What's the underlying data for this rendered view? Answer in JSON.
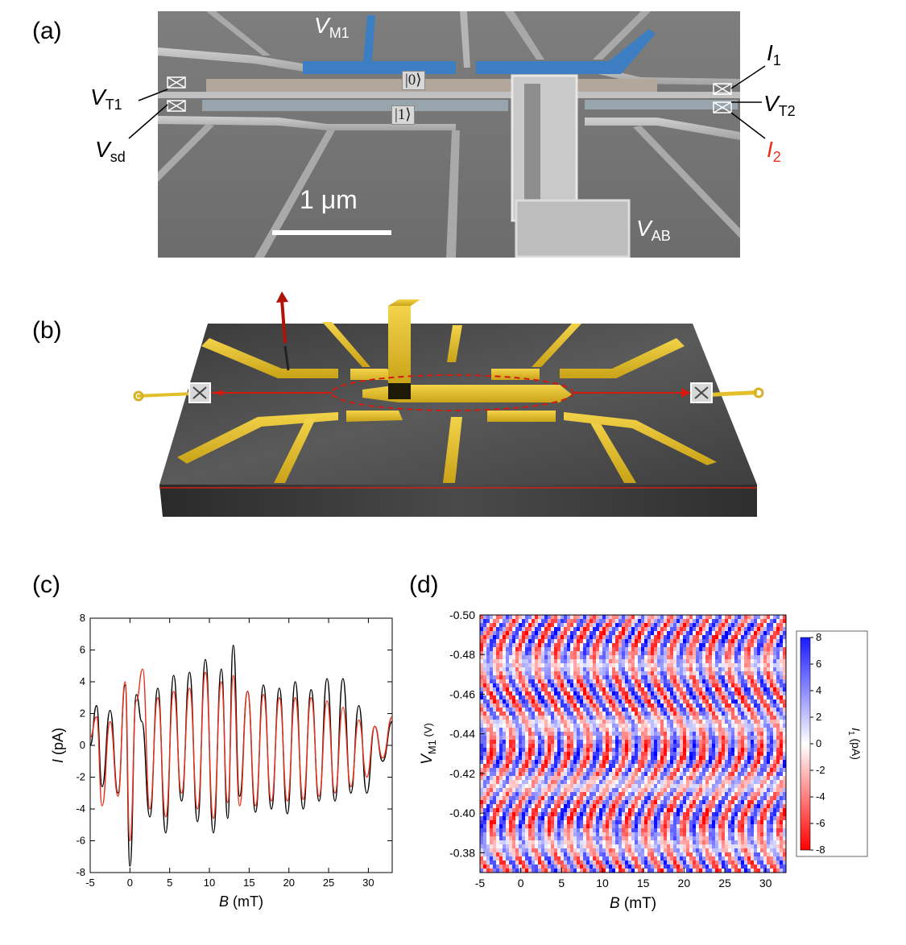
{
  "panels": {
    "a": "(a)",
    "b": "(b)",
    "c": "(c)",
    "d": "(d)"
  },
  "panel_a": {
    "labels": {
      "VM1": "V",
      "VM1_sub": "M1",
      "VT1": "V",
      "VT1_sub": "T1",
      "Vsd": "V",
      "Vsd_sub": "sd",
      "I1": "I",
      "I1_sub": "1",
      "VT2": "V",
      "VT2_sub": "T2",
      "I2": "I",
      "I2_sub": "2",
      "VAB": "V",
      "VAB_sub": "AB"
    },
    "ket0": "|0⟩",
    "ket1": "|1⟩",
    "scalebar": "1 μm"
  },
  "chart_data": [
    {
      "type": "line",
      "xlabel": "B (mT)",
      "ylabel": "I (pA)",
      "xlim": [
        -5,
        33
      ],
      "ylim": [
        -8,
        8
      ],
      "xticks": [
        -5,
        0,
        5,
        10,
        15,
        20,
        25,
        30
      ],
      "yticks": [
        -8,
        -6,
        -4,
        -2,
        0,
        2,
        4,
        6,
        8
      ],
      "series": [
        {
          "color": "#000000",
          "x": [
            -5,
            -4.2,
            -3.5,
            -2.5,
            -1.5,
            -0.6,
            0,
            0.8,
            1.5,
            2.5,
            3.5,
            4.5,
            5.5,
            6.5,
            7.5,
            8.5,
            9.5,
            10.5,
            11.5,
            12.3,
            13,
            13.8,
            14.8,
            15.8,
            16.8,
            17.8,
            18.8,
            19.8,
            20.8,
            21.8,
            22.8,
            23.8,
            24.8,
            25.8,
            26.8,
            27.8,
            28.8,
            29.8,
            30.8,
            31.8,
            33
          ],
          "y": [
            0,
            2.5,
            -2.6,
            2.2,
            -3,
            3.8,
            -7.6,
            3.2,
            1.5,
            -4.5,
            3.6,
            -5.5,
            4.4,
            -3.5,
            4.6,
            -4.8,
            5.4,
            -5.5,
            4.8,
            -4.6,
            6.3,
            -3.2,
            3.4,
            -4.2,
            3.8,
            -4,
            3.6,
            -4.3,
            4.0,
            -4.0,
            3.5,
            -3.5,
            4.2,
            -3.5,
            4.2,
            -3.0,
            2.5,
            -3,
            1.2,
            -1,
            1.5
          ]
        },
        {
          "color": "#e8301c",
          "x": [
            -5,
            -4.2,
            -3.5,
            -2.5,
            -1.5,
            -0.6,
            0,
            0.8,
            1.6,
            2.5,
            3.5,
            4.5,
            5.5,
            6.5,
            7.5,
            8.5,
            9.5,
            10.5,
            11.5,
            12.3,
            13,
            13.8,
            14.8,
            15.8,
            16.8,
            17.8,
            18.8,
            19.8,
            20.8,
            21.8,
            22.8,
            23.8,
            24.8,
            25.8,
            26.8,
            27.8,
            28.8,
            29.8,
            30.8,
            31.8,
            33
          ],
          "y": [
            0.5,
            1.8,
            -3.8,
            1.5,
            -3.2,
            4.0,
            -6.0,
            2.8,
            4.8,
            -4.0,
            3.0,
            -4.5,
            3.4,
            -3.0,
            3.6,
            -4.0,
            4.6,
            -4.6,
            4.0,
            -3.6,
            4.4,
            -3.8,
            3.4,
            -3.8,
            3.2,
            -3.5,
            3.0,
            -3.5,
            3.0,
            -3.4,
            3.0,
            -3.2,
            2.8,
            -3.0,
            2.4,
            -2.6,
            1.6,
            -2.0,
            1.2,
            -0.8,
            1.8
          ]
        }
      ]
    },
    {
      "type": "heatmap",
      "xlabel": "B (mT)",
      "ylabel": "V",
      "ylabel_sub": "M1",
      "ylabel_unit": "(V)",
      "xlim": [
        -5,
        32.5
      ],
      "ylim": [
        -0.37,
        -0.5
      ],
      "xticks": [
        -5,
        0,
        5,
        10,
        15,
        20,
        25,
        30
      ],
      "yticks": [
        -0.5,
        -0.48,
        -0.46,
        -0.44,
        -0.42,
        -0.4,
        -0.38
      ],
      "ytick_labels": [
        "-0.50",
        "-0.48",
        "-0.46",
        "-0.44",
        "-0.42",
        "-0.40",
        "-0.38"
      ],
      "colorbar": {
        "label": "I",
        "label_sub": "1",
        "label_unit": "(pA)",
        "ticks": [
          8,
          6,
          4,
          2,
          0,
          -2,
          -4,
          -6,
          -8
        ],
        "low": "#ff0000",
        "mid": "#ffffff",
        "high": "#1a1aff"
      }
    }
  ]
}
